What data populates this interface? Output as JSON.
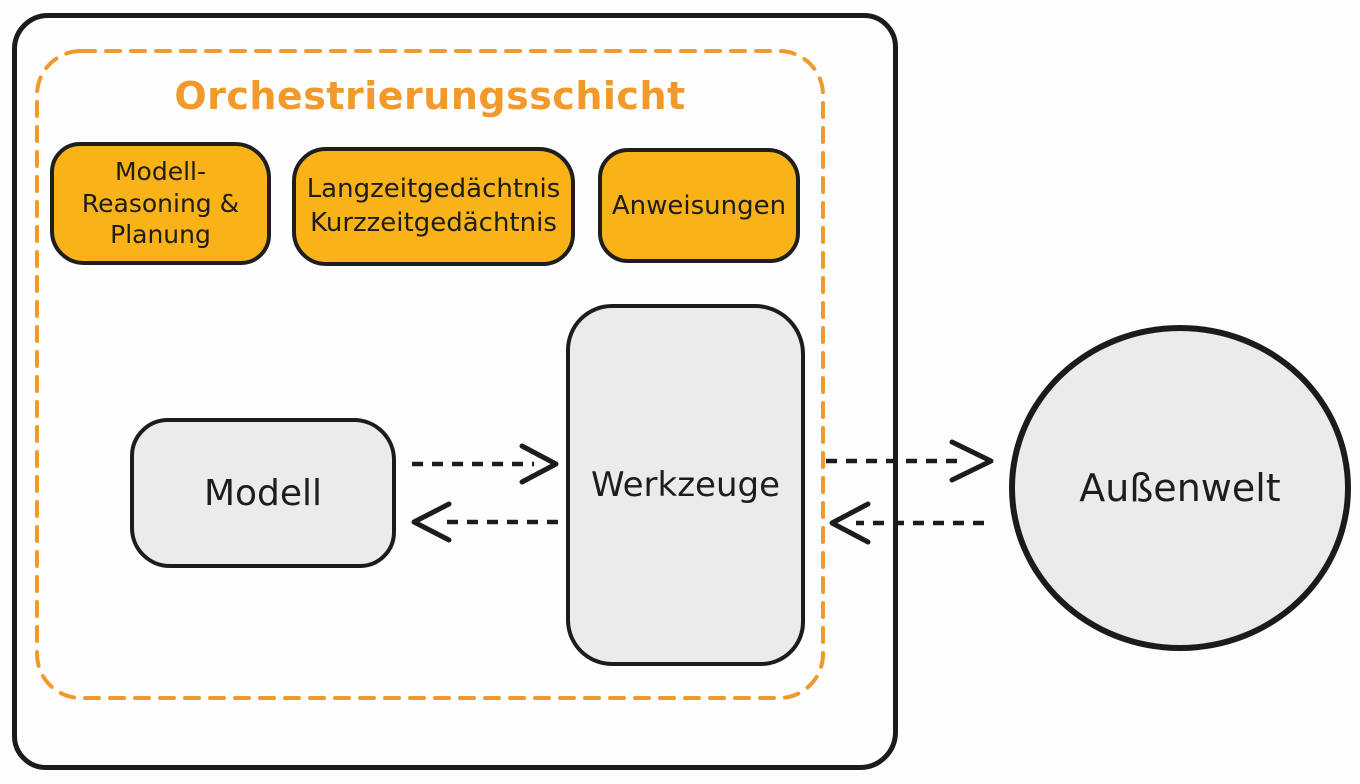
{
  "diagram": {
    "orchestration_layer": {
      "title": "Orchestrierungsschicht",
      "components": {
        "reasoning": {
          "lines": [
            "Modell-",
            "Reasoning &",
            "Planung"
          ]
        },
        "memory": {
          "lines": [
            "Langzeitgedächtnis",
            "Kurzzeitgedächtnis"
          ]
        },
        "instructions": {
          "label": "Anweisungen"
        }
      },
      "model": {
        "label": "Modell"
      },
      "tools": {
        "label": "Werkzeuge"
      }
    },
    "outside_world": {
      "label": "Außenwelt"
    },
    "connections": [
      {
        "from": "Modell",
        "to": "Werkzeuge",
        "style": "dashed-arrow"
      },
      {
        "from": "Werkzeuge",
        "to": "Modell",
        "style": "dashed-arrow"
      },
      {
        "from": "Werkzeuge",
        "to": "Außenwelt",
        "style": "dashed-arrow"
      },
      {
        "from": "Außenwelt",
        "to": "Werkzeuge",
        "style": "dashed-arrow"
      }
    ],
    "colors": {
      "ink": "#1d1d1f",
      "component_fill": "#f9b217",
      "node_fill": "#e9ebed",
      "accent_orange": "#f2992b",
      "dashed_boundary_orange": "#f0992c"
    }
  }
}
